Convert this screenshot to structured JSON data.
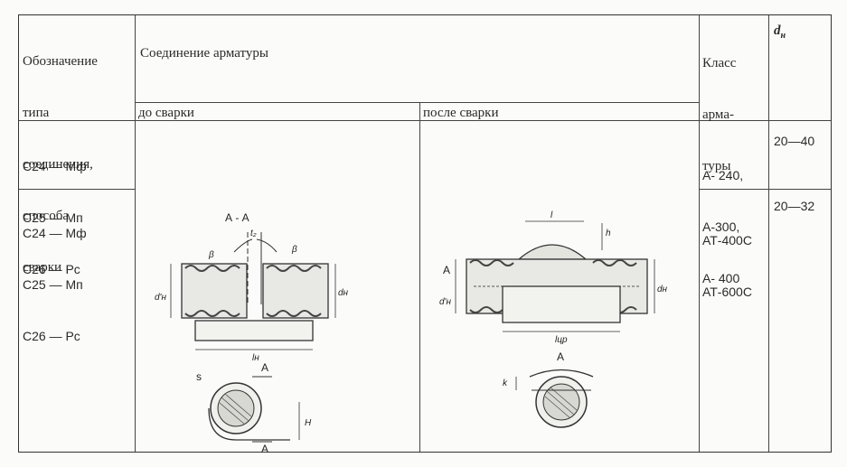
{
  "header": {
    "designation_lines": [
      "Обозначение",
      "типа",
      "соединения,",
      "способа",
      "сварки"
    ],
    "joint_title": "Соединение арматуры",
    "before_label": "до сварки",
    "after_label": "после сварки",
    "class_lines": [
      "Класс",
      "арма-",
      "туры"
    ],
    "dh_main": "d",
    "dh_sub": "н"
  },
  "rows": [
    {
      "designations": [
        "С24 — Мф",
        "С25 — Мп",
        "С26 — Рс"
      ],
      "classes": [
        "А- 240,",
        "А-300,",
        "А- 400"
      ],
      "diameter": "20—40"
    },
    {
      "designations": [
        "С24 — Мф",
        "С25 — Мп",
        "С26 — Рс"
      ],
      "classes": [
        "АТ-400С",
        "АТ-600С"
      ],
      "diameter": "20—32"
    }
  ],
  "drawing_labels": {
    "section": "А - А",
    "section_a": "А",
    "b_left": "β",
    "b_right": "β",
    "gap": "t₂",
    "dia_left": "d'н",
    "dia_right": "dн",
    "length_left": "lн",
    "length_right": "lцр",
    "l_top": "l",
    "h_top": "h",
    "arrow_a": "А",
    "s_label": "s",
    "h_bottom": "H",
    "k_label": "k"
  }
}
